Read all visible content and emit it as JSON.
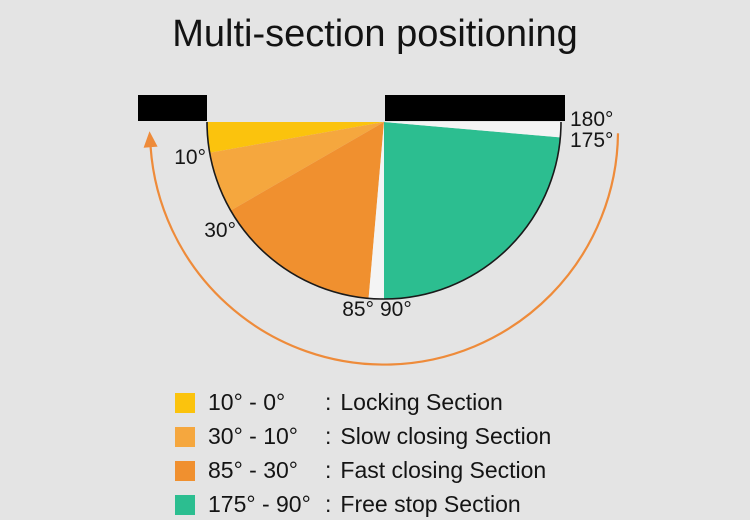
{
  "title": "Multi-section positioning",
  "colors": {
    "background": "#e4e4e4",
    "bar": "#000000",
    "outline": "#1a1a1a",
    "arrow": "#ee8b3a",
    "gap": "#f4f4f4",
    "locking": "#fbc30d",
    "slow_closing": "#f5a73e",
    "fast_closing": "#f0902f",
    "free_stop": "#2cbe90"
  },
  "diagram": {
    "sections": [
      {
        "name": "locking",
        "from_deg": 0,
        "to_deg": 10,
        "color": "#fbc30d"
      },
      {
        "name": "slow-closing",
        "from_deg": 10,
        "to_deg": 30,
        "color": "#f5a73e"
      },
      {
        "name": "fast-closing",
        "from_deg": 30,
        "to_deg": 85,
        "color": "#f0902f"
      },
      {
        "name": "gap-85-90",
        "from_deg": 85,
        "to_deg": 90,
        "color": "#f4f4f4"
      },
      {
        "name": "free-stop",
        "from_deg": 90,
        "to_deg": 175,
        "color": "#2cbe90"
      },
      {
        "name": "gap-175-180",
        "from_deg": 175,
        "to_deg": 180,
        "color": "#f4f4f4"
      }
    ],
    "angle_labels": [
      {
        "text": "10°"
      },
      {
        "text": "30°"
      },
      {
        "text": "85°"
      },
      {
        "text": "90°"
      },
      {
        "text": "175°"
      },
      {
        "text": "180°"
      }
    ]
  },
  "legend": {
    "separator": ":",
    "items": [
      {
        "range": "10° - 0°",
        "label": "Locking Section",
        "color": "#fbc30d"
      },
      {
        "range": "30° - 10°",
        "label": "Slow closing Section",
        "color": "#f5a73e"
      },
      {
        "range": "85° - 30°",
        "label": "Fast closing Section",
        "color": "#f0902f"
      },
      {
        "range": "175° - 90°",
        "label": "Free stop Section",
        "color": "#2cbe90"
      }
    ]
  }
}
